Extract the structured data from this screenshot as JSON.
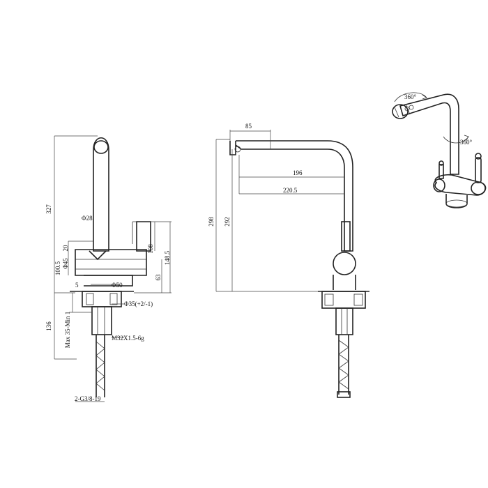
{
  "colors": {
    "background": "#ffffff",
    "line": "#222222"
  },
  "side_view": {
    "labels": {
      "total_height": "327",
      "lever_diameter": "Φ28",
      "pull_20": "20",
      "body_diameter": "Φ45",
      "offset_100_5": "100.5",
      "height_108": "108",
      "height_148_5": "148.5",
      "height_63": "63",
      "dim_5": "5",
      "base_diameter": "Φ50",
      "hole_diameter": "Φ35(+2/-1)",
      "max_thickness": "Max 35-Min 1",
      "thread": "M32X1.5-6g",
      "below_deck": "136",
      "hose_connector": "2-G3/8-19"
    }
  },
  "front_view": {
    "labels": {
      "spout_width": "85",
      "reach_196": "196",
      "reach_220_5": "220.5",
      "height_298": "298",
      "height_292": "292"
    }
  },
  "perspective": {
    "labels": {
      "rotation_top": "360°",
      "rotation_side": "360°"
    }
  }
}
